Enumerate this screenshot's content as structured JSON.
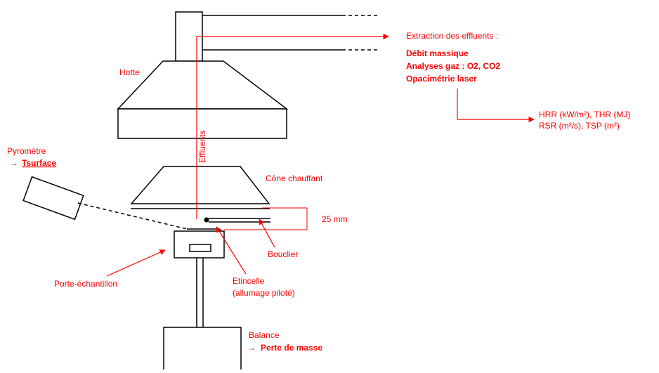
{
  "colors": {
    "red": "#ff0000",
    "black": "#000000"
  },
  "labels": {
    "hotte": "Hotte",
    "extraction": "Extraction des effluents :",
    "debit": "Débit massique",
    "analyses": "Analyses  gaz : O2, CO2",
    "opacimetrie": "Opacimétrie laser",
    "hrr": "HRR (kW/m²), THR (MJ)",
    "rsr": "RSR (m²/s), TSP (m²)",
    "effluents": "Effluents",
    "pyrometre": "Pyromètre",
    "tsurface": "Tsurface",
    "cone": "Cône chauffant",
    "mm": "25 mm",
    "bouclier": "Bouclier",
    "porte": "Porte-échantillon",
    "etincelle": "Etincelle",
    "allumage": "(allumage piloté)",
    "balance": "Balance",
    "perte": "Perte de masse"
  }
}
